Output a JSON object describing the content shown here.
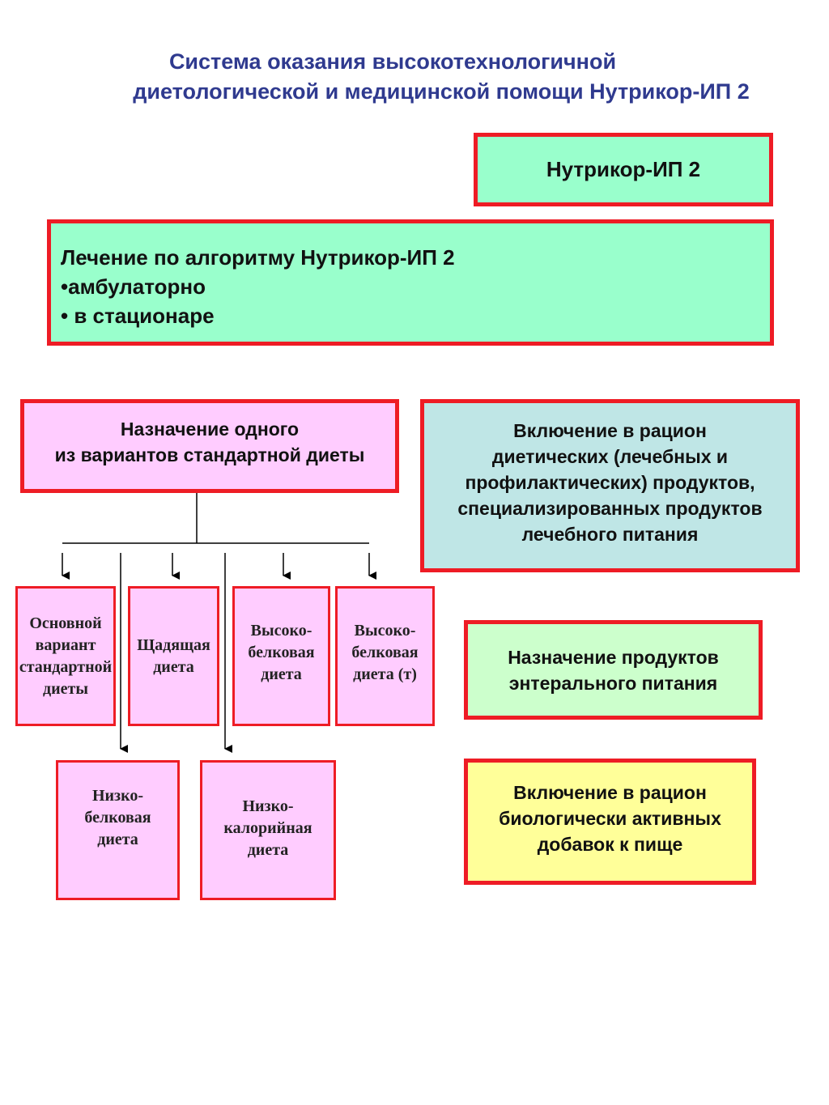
{
  "title": {
    "line1": "Система оказания высокотехнологичной",
    "line2": "диетологической и медицинской помощи Нутрикор-ИП 2"
  },
  "nutrikor_box": {
    "label": "Нутрикор-ИП 2"
  },
  "treatment_box": {
    "line1": "Лечение по алгоритму Нутрикор-ИП 2",
    "line2": "•амбулаторно",
    "line3": "• в стационаре"
  },
  "standard_diet_box": {
    "line1": "Назначение одного",
    "line2": "из вариантов стандартной диеты"
  },
  "dietary_products_box": {
    "line1": "Включение в рацион",
    "line2": "диетических (лечебных и",
    "line3": "профилактических) продуктов,",
    "line4": "специализированных продуктов",
    "line5": "лечебного питания"
  },
  "diets": [
    {
      "line1": "Основной",
      "line2": "вариант",
      "line3": "стандартной",
      "line4": "диеты"
    },
    {
      "line1": "Щадящая",
      "line2": "диета"
    },
    {
      "line1": "Высоко-",
      "line2": "белковая",
      "line3": "диета"
    },
    {
      "line1": "Высоко-",
      "line2": "белковая",
      "line3": "диета (т)"
    },
    {
      "line1": "Низко-",
      "line2": "белковая",
      "line3": "диета"
    },
    {
      "line1": "Низко-",
      "line2": "калорийная",
      "line3": "диета"
    }
  ],
  "enteral_box": {
    "line1": "Назначение продуктов",
    "line2": "энтерального питания"
  },
  "supplements_box": {
    "line1": "Включение в рацион",
    "line2": "биологически активных",
    "line3": "добавок к пище"
  },
  "colors": {
    "border": "#ee1c25",
    "title": "#2f3a8f",
    "green": "#99ffcc",
    "pink": "#ffccff",
    "teal": "#bfe6e6",
    "light_green": "#ccffcc",
    "yellow": "#ffff99"
  }
}
